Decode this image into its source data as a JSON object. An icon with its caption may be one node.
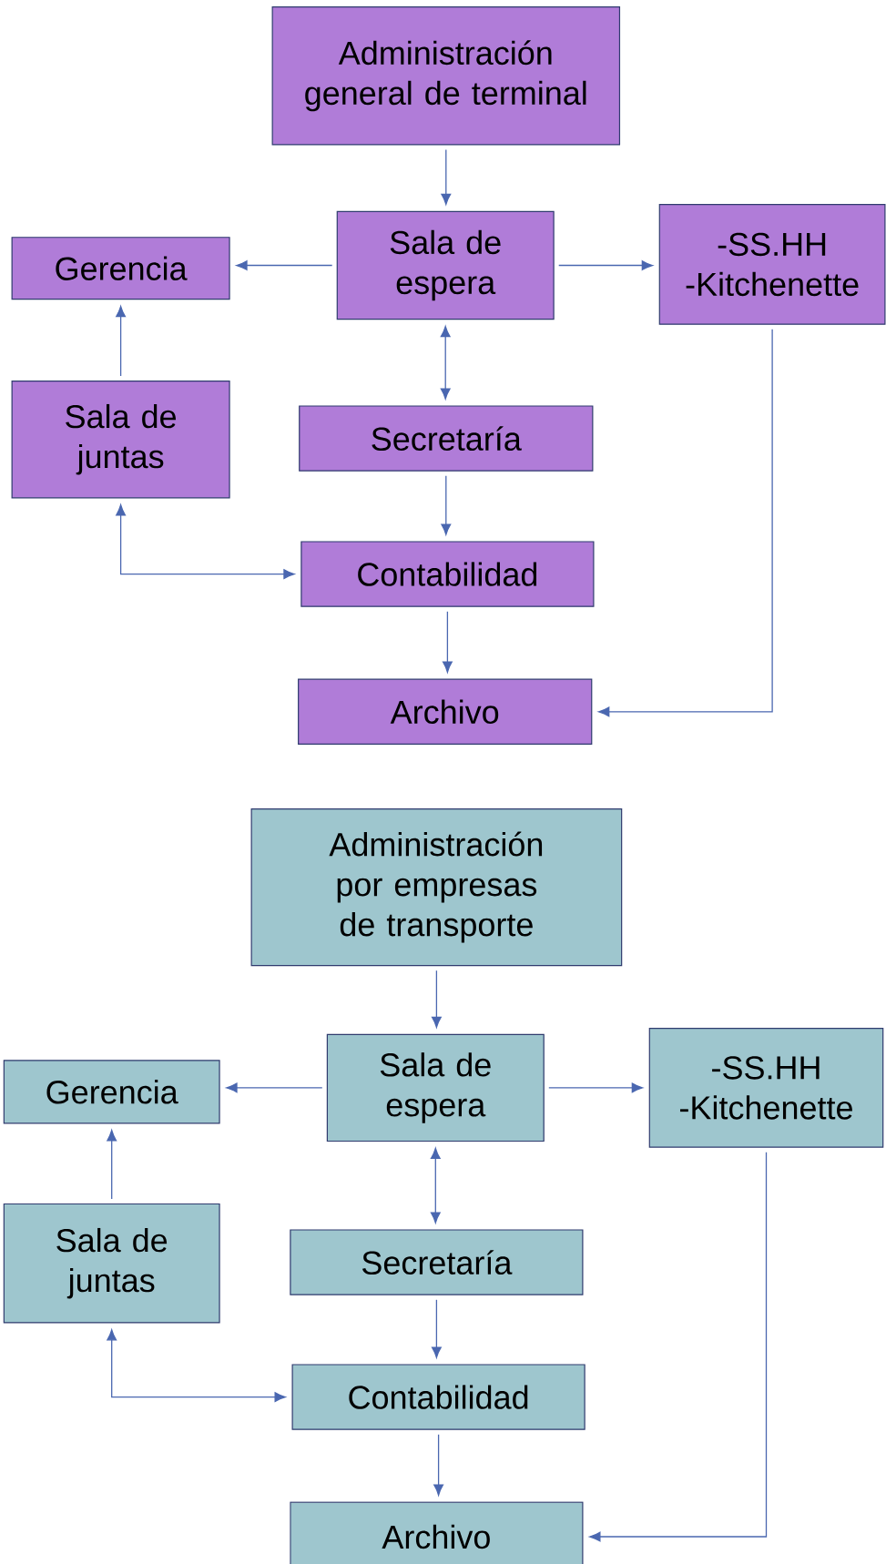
{
  "diagram": {
    "nodes": [
      {
        "text": [
          "Administración general de terminal"
        ]
      },
      {
        "text": [
          "Sala de espera"
        ]
      },
      {
        "text": [
          "Gerencia"
        ]
      },
      {
        "text": [
          "-SS.HH -Kitchenette"
        ]
      },
      {
        "text": [
          "Sala de juntas"
        ]
      },
      {
        "text": [
          "Secretaría"
        ]
      },
      {
        "text": [
          "Contabilidad"
        ]
      },
      {
        "text": [
          "Archivo"
        ]
      },
      {
        "text": [
          "Administración por empresas de transporte"
        ]
      },
      {
        "text": [
          "Sala de espera"
        ]
      },
      {
        "text": [
          "Gerencia"
        ]
      },
      {
        "text": [
          "-SS.HH -Kitchenette"
        ]
      },
      {
        "text": [
          "Sala de juntas"
        ]
      },
      {
        "text": [
          "Secretaría"
        ]
      },
      {
        "text": [
          "Contabilidad"
        ]
      },
      {
        "text": [
          "Archivo"
        ]
      }
    ],
    "edges": [
      {
        "from": 0,
        "to": 1,
        "arrow": "to"
      },
      {
        "from": 1,
        "to": 2,
        "arrow": "to"
      },
      {
        "from": 1,
        "to": 3,
        "arrow": "to"
      },
      {
        "from": 1,
        "to": 5,
        "arrow": "both"
      },
      {
        "from": 4,
        "to": 2,
        "arrow": "to"
      },
      {
        "from": 5,
        "to": 6,
        "arrow": "to"
      },
      {
        "from": 6,
        "to": 4,
        "arrow": "both"
      },
      {
        "from": 6,
        "to": 7,
        "arrow": "to"
      },
      {
        "from": 3,
        "to": 7,
        "arrow": "to"
      },
      {
        "from": 8,
        "to": 9,
        "arrow": "to"
      },
      {
        "from": 9,
        "to": 10,
        "arrow": "to"
      },
      {
        "from": 9,
        "to": 11,
        "arrow": "to"
      },
      {
        "from": 9,
        "to": 13,
        "arrow": "both"
      },
      {
        "from": 12,
        "to": 10,
        "arrow": "to"
      },
      {
        "from": 13,
        "to": 14,
        "arrow": "to"
      },
      {
        "from": 14,
        "to": 12,
        "arrow": "both"
      },
      {
        "from": 14,
        "to": 15,
        "arrow": "to"
      },
      {
        "from": 11,
        "to": 15,
        "arrow": "to"
      }
    ]
  }
}
